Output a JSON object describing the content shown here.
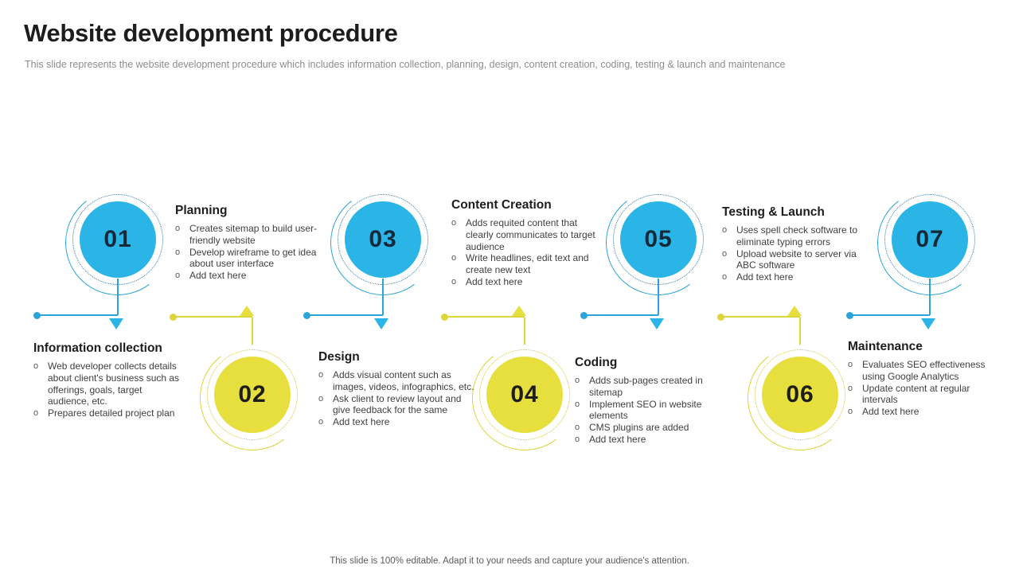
{
  "slide": {
    "title": "Website development procedure",
    "subtitle": "This slide represents the website development procedure which includes information collection, planning, design, content creation, coding, testing & launch and maintenance",
    "footer": "This slide is 100% editable. Adapt it to your needs and capture your audience's attention."
  },
  "colors": {
    "blue": "#2ab5e6",
    "blue_line": "#2da4d8",
    "blue_ring": "#2e76a8",
    "yellow": "#e6df3e",
    "yellow_line": "#ddd53a",
    "yellow_ring": "#cfc72f",
    "number_on_blue": "#14293a",
    "number_on_yellow": "#1d1d1b"
  },
  "bullet_marker": "o",
  "steps": [
    {
      "number": "01",
      "title": "Planning",
      "bullets": [
        "Creates sitemap to build user-friendly website",
        "Develop wireframe to get idea about user interface",
        "Add text here"
      ]
    },
    {
      "number": "02",
      "title": "Information collection",
      "bullets": [
        "Web developer collects details about client's business such as offerings, goals, target audience, etc.",
        "Prepares detailed project plan"
      ]
    },
    {
      "number": "03",
      "title": "Content Creation",
      "bullets": [
        "Adds requited content that clearly communicates to target audience",
        "Write headlines, edit text and create new text",
        "Add text here"
      ]
    },
    {
      "number": "04",
      "title": "Design",
      "bullets": [
        "Adds visual content such as images, videos, infographics, etc.",
        "Ask client to review layout and give feedback for the same",
        "Add text here"
      ]
    },
    {
      "number": "05",
      "title": "Testing & Launch",
      "bullets": [
        "Uses spell check software to eliminate typing errors",
        "Upload website to server via ABC software",
        "Add text here"
      ]
    },
    {
      "number": "06",
      "title": "Coding",
      "bullets": [
        "Adds sub-pages created in sitemap",
        "Implement SEO in website elements",
        "CMS plugins are added",
        "Add text here"
      ]
    },
    {
      "number": "07",
      "title": "Maintenance",
      "bullets": [
        "Evaluates SEO effectiveness using Google Analytics",
        "Update content at regular intervals",
        "Add text here"
      ]
    }
  ]
}
